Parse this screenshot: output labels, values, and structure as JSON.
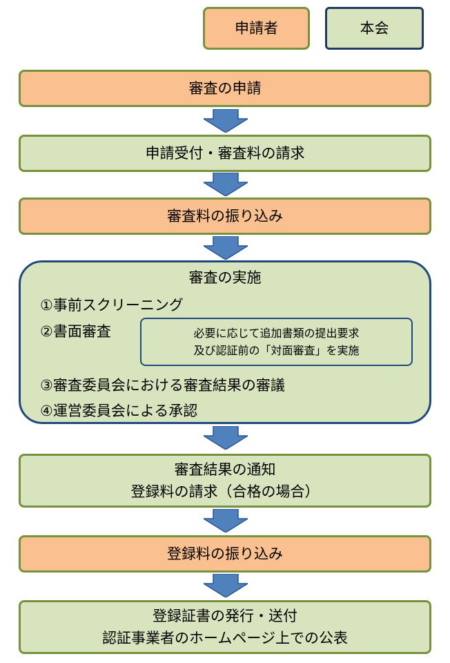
{
  "legend": {
    "applicant": "申請者",
    "society": "本会"
  },
  "steps": {
    "s1": "審査の申請",
    "s2": "申請受付・審査料の請求",
    "s3": "審査料の振り込み",
    "s4": {
      "title": "審査の実施",
      "items": [
        "①事前スクリーニング",
        "②書面審査",
        "③審査委員会における審査結果の審議",
        "④運営委員会による承認"
      ],
      "note": {
        "line1": "必要に応じて追加書類の提出要求",
        "line2": "及び認証前の「対面審査」を実施"
      }
    },
    "s5": {
      "line1": "審査結果の通知",
      "line2": "登録料の請求（合格の場合）"
    },
    "s6": "登録料の振り込み",
    "s7": {
      "line1": "登録証書の発行・送付",
      "line2": "認証事業者のホームページ上での公表"
    }
  },
  "colors": {
    "applicant_fill": "#fac090",
    "society_fill": "#d7e4bd",
    "arrow_fill": "#4f81bd"
  }
}
